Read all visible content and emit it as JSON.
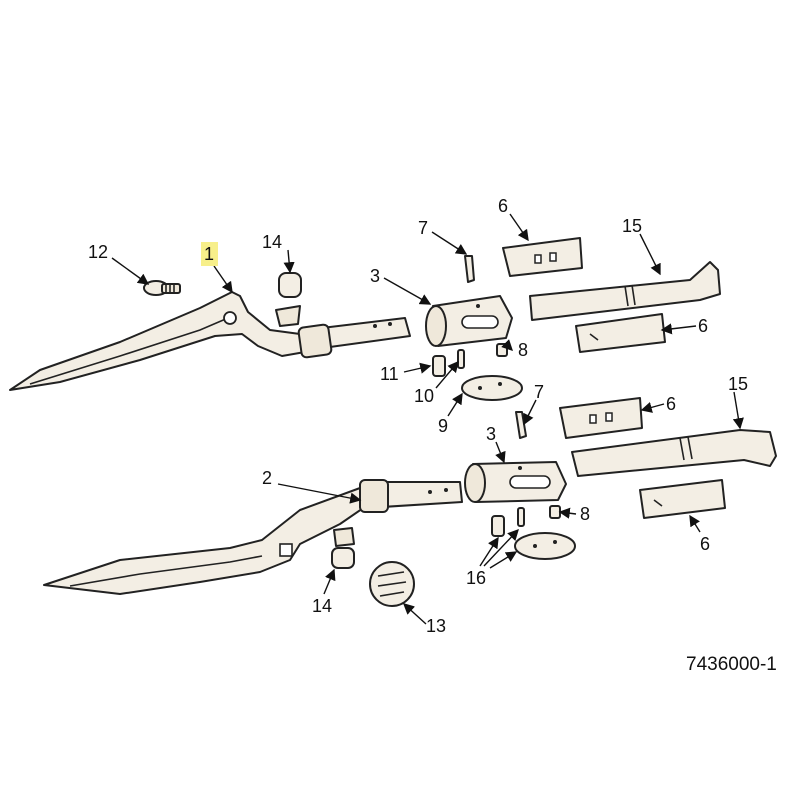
{
  "diagram": {
    "labels": {
      "l1": "1",
      "l2": "2",
      "l3a": "3",
      "l3b": "3",
      "l6a": "6",
      "l6b": "6",
      "l6c": "6",
      "l6d": "6",
      "l7a": "7",
      "l7b": "7",
      "l8a": "8",
      "l8b": "8",
      "l9": "9",
      "l10": "10",
      "l11": "11",
      "l12": "12",
      "l13": "13",
      "l14a": "14",
      "l14b": "14",
      "l15a": "15",
      "l15b": "15",
      "l16": "16"
    },
    "highlighted_label": "1",
    "highlight_color": "#f7ef8a",
    "reference_number": "7436000-1"
  }
}
